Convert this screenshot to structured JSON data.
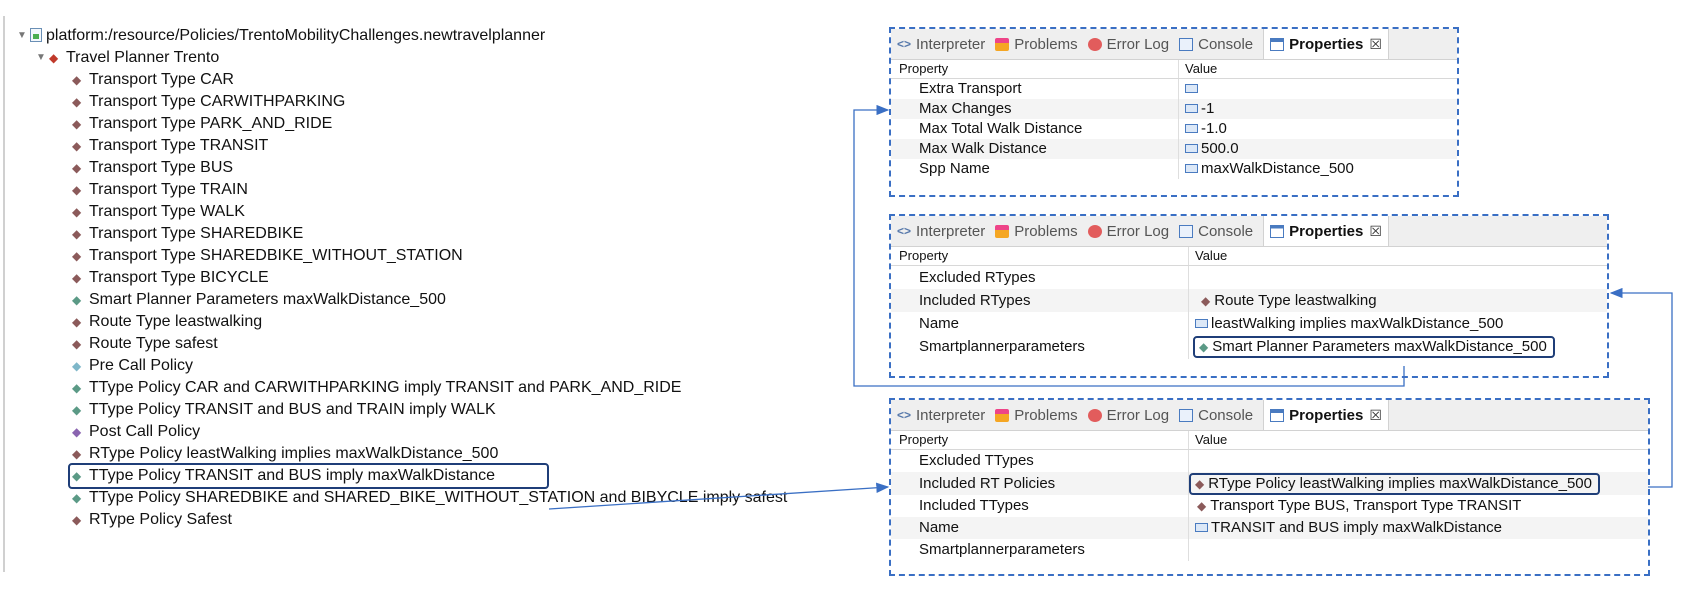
{
  "colors": {
    "accent": "#1f3e78",
    "dashed_border": "#3a6fc4",
    "connector": "#3a6fc4",
    "diamond_default": "#8b5a5a",
    "diamond_teal": "#5b9a86",
    "diamond_purple": "#8a64b0"
  },
  "tree": {
    "root_label": "platform:/resource/Policies/TrentoMobilityChallenges.newtravelplanner",
    "planner_label": "Travel Planner Trento",
    "items": [
      {
        "label": "Transport Type CAR",
        "icon": "diamond-icon"
      },
      {
        "label": "Transport Type CARWITHPARKING",
        "icon": "diamond-icon"
      },
      {
        "label": "Transport Type PARK_AND_RIDE",
        "icon": "diamond-icon"
      },
      {
        "label": "Transport Type TRANSIT",
        "icon": "diamond-icon"
      },
      {
        "label": "Transport Type BUS",
        "icon": "diamond-icon"
      },
      {
        "label": "Transport Type TRAIN",
        "icon": "diamond-icon"
      },
      {
        "label": "Transport Type WALK",
        "icon": "diamond-icon"
      },
      {
        "label": "Transport Type SHAREDBIKE",
        "icon": "diamond-icon"
      },
      {
        "label": "Transport Type SHAREDBIKE_WITHOUT_STATION",
        "icon": "diamond-icon"
      },
      {
        "label": "Transport Type BICYCLE",
        "icon": "diamond-icon"
      },
      {
        "label": "Smart Planner Parameters maxWalkDistance_500",
        "icon": "diamond-icon"
      },
      {
        "label": "Route Type leastwalking",
        "icon": "diamond-icon"
      },
      {
        "label": "Route Type safest",
        "icon": "diamond-icon"
      },
      {
        "label": "Pre Call Policy",
        "icon": "diamond-icon"
      },
      {
        "label": "TType Policy CAR and CARWITHPARKING imply TRANSIT and PARK_AND_RIDE",
        "icon": "diamond-icon"
      },
      {
        "label": "TType Policy TRANSIT and BUS and TRAIN imply WALK",
        "icon": "diamond-icon"
      },
      {
        "label": "Post Call Policy",
        "icon": "diamond-icon"
      },
      {
        "label": "RType Policy leastWalking implies maxWalkDistance_500",
        "icon": "diamond-icon"
      },
      {
        "label": "TType Policy TRANSIT and BUS imply maxWalkDistance",
        "icon": "diamond-icon",
        "highlighted": true
      },
      {
        "label": "TType Policy SHAREDBIKE and SHARED_BIKE_WITHOUT_STATION and BIBYCLE imply safest",
        "icon": "diamond-icon"
      },
      {
        "label": "RType Policy Safest",
        "icon": "diamond-icon"
      }
    ]
  },
  "tabs": {
    "interpreter": "Interpreter",
    "problems": "Problems",
    "error_log": "Error Log",
    "console": "Console",
    "properties": "Properties",
    "close_glyph": "☒"
  },
  "table_headers": {
    "property": "Property",
    "value": "Value"
  },
  "panel1": {
    "rows": [
      {
        "property": "Extra Transport",
        "value": ""
      },
      {
        "property": "Max Changes",
        "value": "-1"
      },
      {
        "property": "Max Total Walk Distance",
        "value": "-1.0"
      },
      {
        "property": "Max Walk Distance",
        "value": "500.0"
      },
      {
        "property": "Spp Name",
        "value": "maxWalkDistance_500"
      }
    ]
  },
  "panel2": {
    "rows": [
      {
        "property": "Excluded RTypes",
        "value": ""
      },
      {
        "property": "Included RTypes",
        "value": "Route Type leastwalking"
      },
      {
        "property": "Name",
        "value": "leastWalking implies maxWalkDistance_500"
      },
      {
        "property": "Smartplannerparameters",
        "value": "Smart Planner Parameters maxWalkDistance_500",
        "highlighted": true
      }
    ]
  },
  "panel3": {
    "rows": [
      {
        "property": "Excluded TTypes",
        "value": ""
      },
      {
        "property": "Included RT Policies",
        "value": "RType Policy leastWalking implies maxWalkDistance_500",
        "highlighted": true
      },
      {
        "property": "Included TTypes",
        "value": "Transport Type BUS, Transport Type TRANSIT"
      },
      {
        "property": "Name",
        "value": "TRANSIT and BUS imply maxWalkDistance"
      },
      {
        "property": "Smartplannerparameters",
        "value": ""
      }
    ]
  }
}
